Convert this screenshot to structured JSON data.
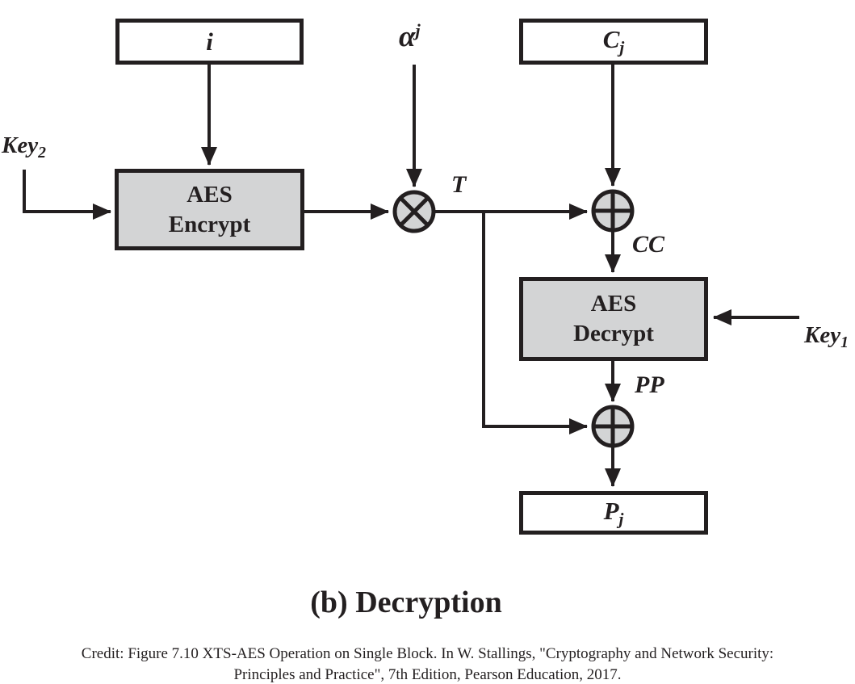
{
  "colors": {
    "background": "#ffffff",
    "line": "#231f20",
    "box_fill_gray": "#d3d4d5",
    "box_fill_white": "#ffffff"
  },
  "diagram": {
    "boxes": {
      "i": {
        "label": "i"
      },
      "cj": {
        "base": "C",
        "sub": "j"
      },
      "aes_encrypt": {
        "line1": "AES",
        "line2": "Encrypt"
      },
      "aes_decrypt": {
        "line1": "AES",
        "line2": "Decrypt"
      },
      "pj": {
        "base": "P",
        "sub": "j"
      }
    },
    "labels": {
      "key2": {
        "base": "Key",
        "sub": "2"
      },
      "key1": {
        "base": "Key",
        "sub": "1"
      },
      "alpha_j": {
        "base": "α",
        "sup": "j"
      },
      "t": "T",
      "cc": "CC",
      "pp": "PP"
    },
    "icons": {
      "multiply": "⊗",
      "xor": "⊕"
    }
  },
  "caption": "(b) Decryption",
  "credit": {
    "line1": "Credit: Figure 7.10 XTS-AES Operation on Single Block. In W. Stallings, \"Cryptography and Network Security:",
    "line2": "Principles and Practice\", 7th Edition, Pearson Education, 2017."
  }
}
